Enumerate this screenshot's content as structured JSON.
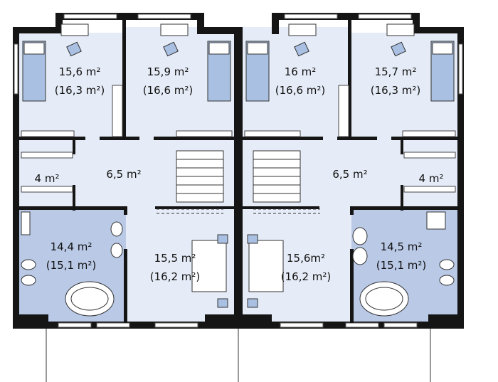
{
  "plan": {
    "colors": {
      "room": "#e6ecf7",
      "bath": "#b9c9e6",
      "wall": "#151515",
      "fixture": "#a9c0e2",
      "line": "#333333"
    },
    "rooms": [
      {
        "id": "bedroom-1",
        "area": "15,6 m²",
        "area_alt": "(16,3 m²)"
      },
      {
        "id": "bedroom-2",
        "area": "15,9 m²",
        "area_alt": "(16,6 m²)"
      },
      {
        "id": "bedroom-3",
        "area": "16 m²",
        "area_alt": "(16,6 m²)"
      },
      {
        "id": "bedroom-4",
        "area": "15,7 m²",
        "area_alt": "(16,3 m²)"
      },
      {
        "id": "closet-left",
        "area": "4 m²"
      },
      {
        "id": "hall-left",
        "area": "6,5 m²"
      },
      {
        "id": "hall-right",
        "area": "6,5 m²"
      },
      {
        "id": "closet-right",
        "area": "4 m²"
      },
      {
        "id": "bath-left",
        "area": "14,4 m²",
        "area_alt": "(15,1 m²)"
      },
      {
        "id": "bedroom-5",
        "area": "15,5 m²",
        "area_alt": "(16,2 m²)"
      },
      {
        "id": "bedroom-6",
        "area": "15,6m²",
        "area_alt": "(16,2 m²)"
      },
      {
        "id": "bath-right",
        "area": "14,5 m²",
        "area_alt": "(15,1 m²)"
      }
    ]
  }
}
